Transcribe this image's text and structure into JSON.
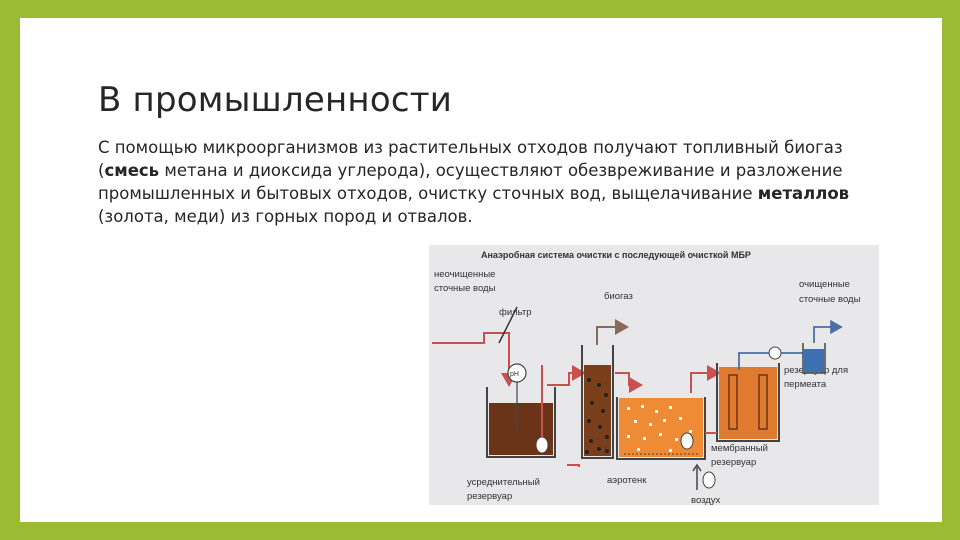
{
  "slide": {
    "title": "В промышленности",
    "paragraph": {
      "p1": " С помощью микроорганизмов из растительных отходов получают топливный биогаз (",
      "b1": "смесь",
      "p2": " метана и диоксида углерода), осуществляют обезвреживание и разложение промышленных и бытовых отходов, очистку сточных вод, выщелачивание ",
      "b2": "металлов",
      "p3": " (золота, меди) из горных пород и отвалов."
    }
  },
  "diagram": {
    "title": "Анаэробная система очистки с последующей очисткой МБР",
    "labels": {
      "untreated_1": "неочищенные",
      "untreated_2": "сточные воды",
      "filter": "фильтр",
      "biogas": "биогаз",
      "treated_1": "очищенные",
      "treated_2": "сточные воды",
      "ph": "pH",
      "permeate_1": "резервуар для",
      "permeate_2": "пермеата",
      "membrane_1": "мембранный",
      "membrane_2": "резервуар",
      "equalizer_1": "усреднительный",
      "equalizer_2": "резервуар",
      "aerotank": "аэротенк",
      "air": "воздух"
    },
    "colors": {
      "pipe": "#c8504e",
      "water": "#6b3418",
      "bioreactor": "#7a3f1a",
      "aeration": "#ef8a35",
      "membrane": "#e07a2f",
      "permeate": "#3e6fb0",
      "background": "#e8e8ea"
    }
  }
}
